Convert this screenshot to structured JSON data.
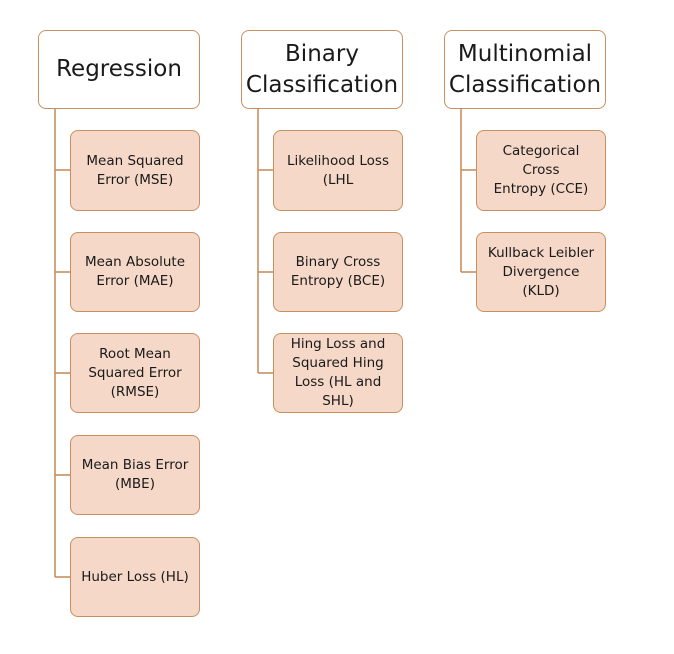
{
  "columns": [
    {
      "header": "Regression",
      "items": [
        "Mean Squared\nError (MSE)",
        "Mean Absolute\nError (MAE)",
        "Root Mean\nSquared Error\n(RMSE)",
        "Mean Bias Error\n(MBE)",
        "Huber Loss (HL)"
      ]
    },
    {
      "header": "Binary\nClassification",
      "items": [
        "Likelihood Loss\n(LHL",
        "Binary Cross\nEntropy (BCE)",
        "Hing Loss and\nSquared Hing\nLoss (HL and SHL)"
      ]
    },
    {
      "header": "Multinomial\nClassification",
      "items": [
        "Categorical Cross\nEntropy (CCE)",
        "Kullback Leibler\nDivergence (KLD)"
      ]
    }
  ]
}
